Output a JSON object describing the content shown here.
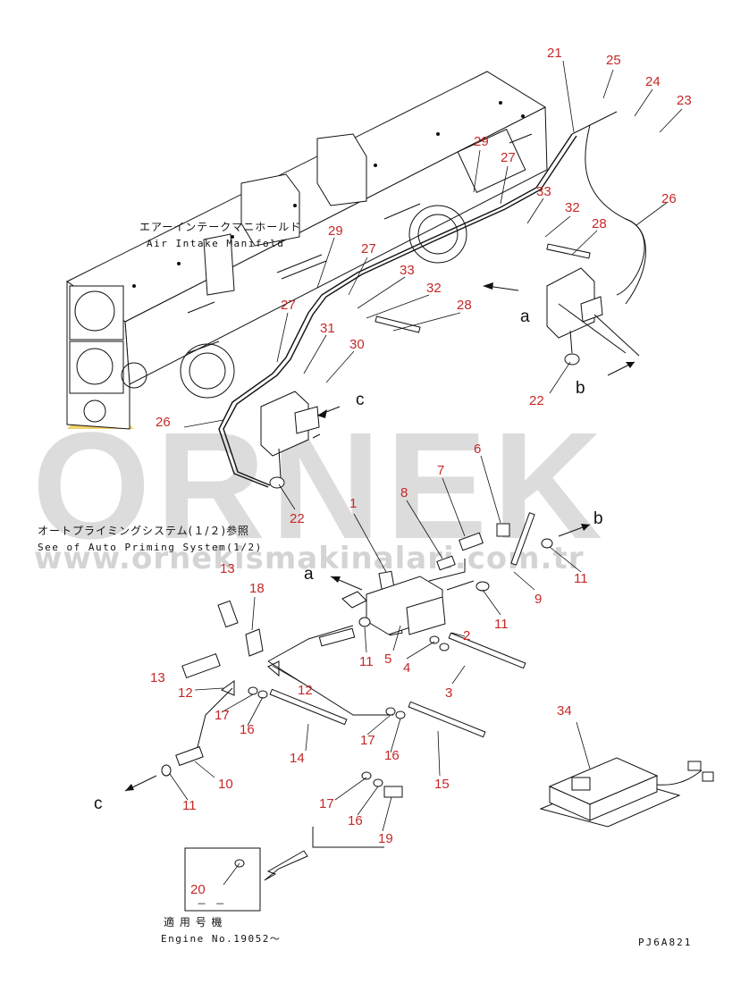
{
  "watermark": {
    "brand": "ORNEK",
    "url": "www.ornekismakinalari.com.tr",
    "brand_color": "#dcdcdc"
  },
  "captions": {
    "manifold_jp": "エアーインテークマニホールド",
    "manifold_en": "Air Intake Manifold",
    "priming_jp": "オートプライミングシステム(１/２)参照",
    "priming_en": "See of Auto Priming System(1/2)",
    "engine_jp": "適 用 号 機",
    "engine_en": "Engine No.19052～",
    "inset_mark": "－ －",
    "drawing_code": "PJ6A821"
  },
  "reference_letters": [
    "a",
    "b",
    "c"
  ],
  "part_numbers": [
    "1",
    "2",
    "3",
    "4",
    "5",
    "6",
    "7",
    "8",
    "9",
    "10",
    "11",
    "12",
    "13",
    "14",
    "15",
    "16",
    "17",
    "18",
    "19",
    "20",
    "21",
    "22",
    "23",
    "24",
    "25",
    "26",
    "27",
    "28",
    "29",
    "30",
    "31",
    "32",
    "33",
    "34"
  ],
  "label_color": "#c62828"
}
